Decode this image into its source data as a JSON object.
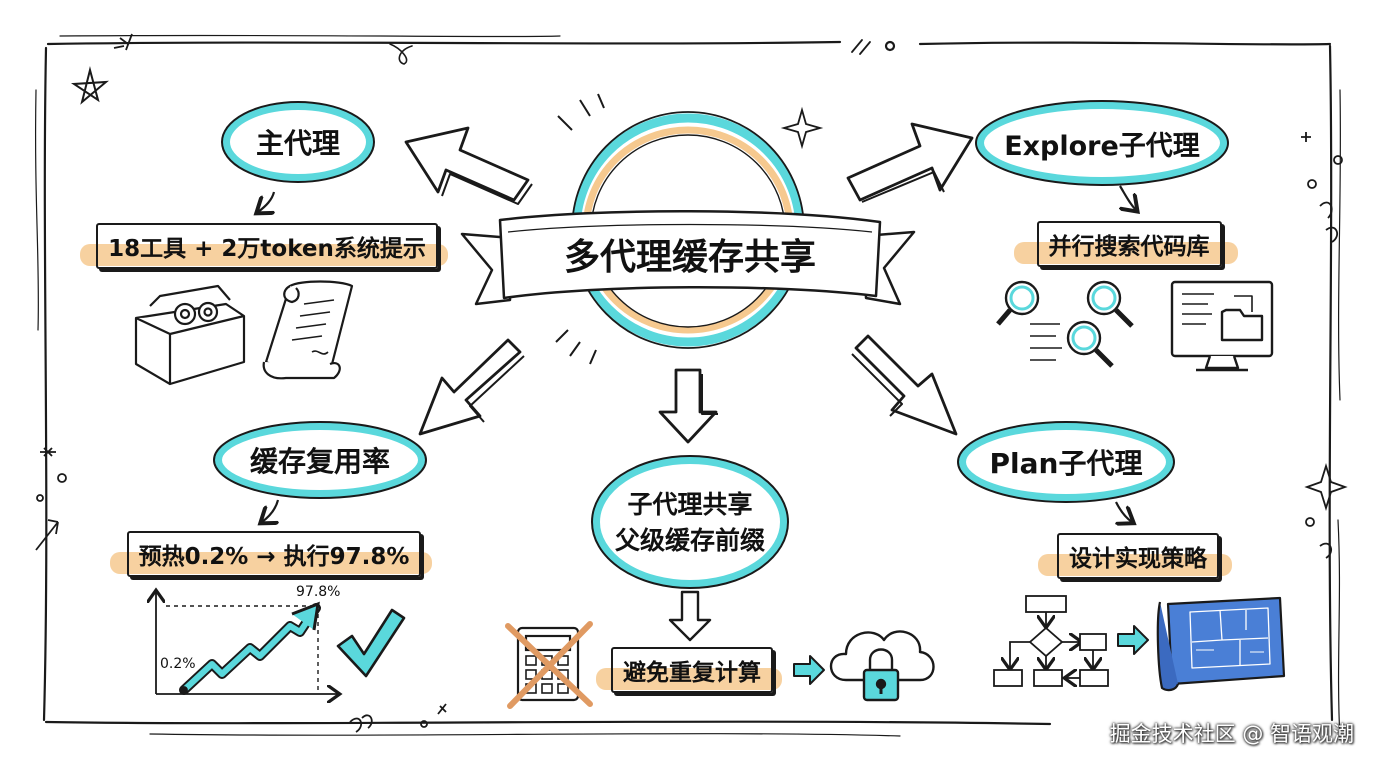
{
  "center": {
    "title": "多代理缓存共享"
  },
  "nodes": {
    "main_agent": {
      "label": "主代理",
      "detail": "18工具 + 2万token系统提示"
    },
    "explore_agent": {
      "label": "Explore子代理",
      "detail": "并行搜索代码库"
    },
    "cache_reuse": {
      "label": "缓存复用率",
      "detail": "预热0.2% → 执行97.8%"
    },
    "shared_prefix": {
      "label_line1": "子代理共享",
      "label_line2": "父级缓存前缀",
      "detail": "避免重复计算"
    },
    "plan_agent": {
      "label": "Plan子代理",
      "detail": "设计实现策略"
    }
  },
  "chart": {
    "start_label": "0.2%",
    "end_label": "97.8%"
  },
  "icons": [
    "toolbox-icon",
    "scroll-icon",
    "magnifier-icon",
    "monitor-folder-icon",
    "checkmark-icon",
    "calculator-crossed-icon",
    "cloud-lock-icon",
    "flowchart-icon",
    "blueprint-icon",
    "star-doodle-icon",
    "sparkle-icon"
  ],
  "colors": {
    "accent_cyan": "#5ad8dc",
    "accent_orange": "#f6c98f",
    "ink": "#1a1a1a"
  },
  "watermark": "掘金技术社区 @ 智语观潮"
}
